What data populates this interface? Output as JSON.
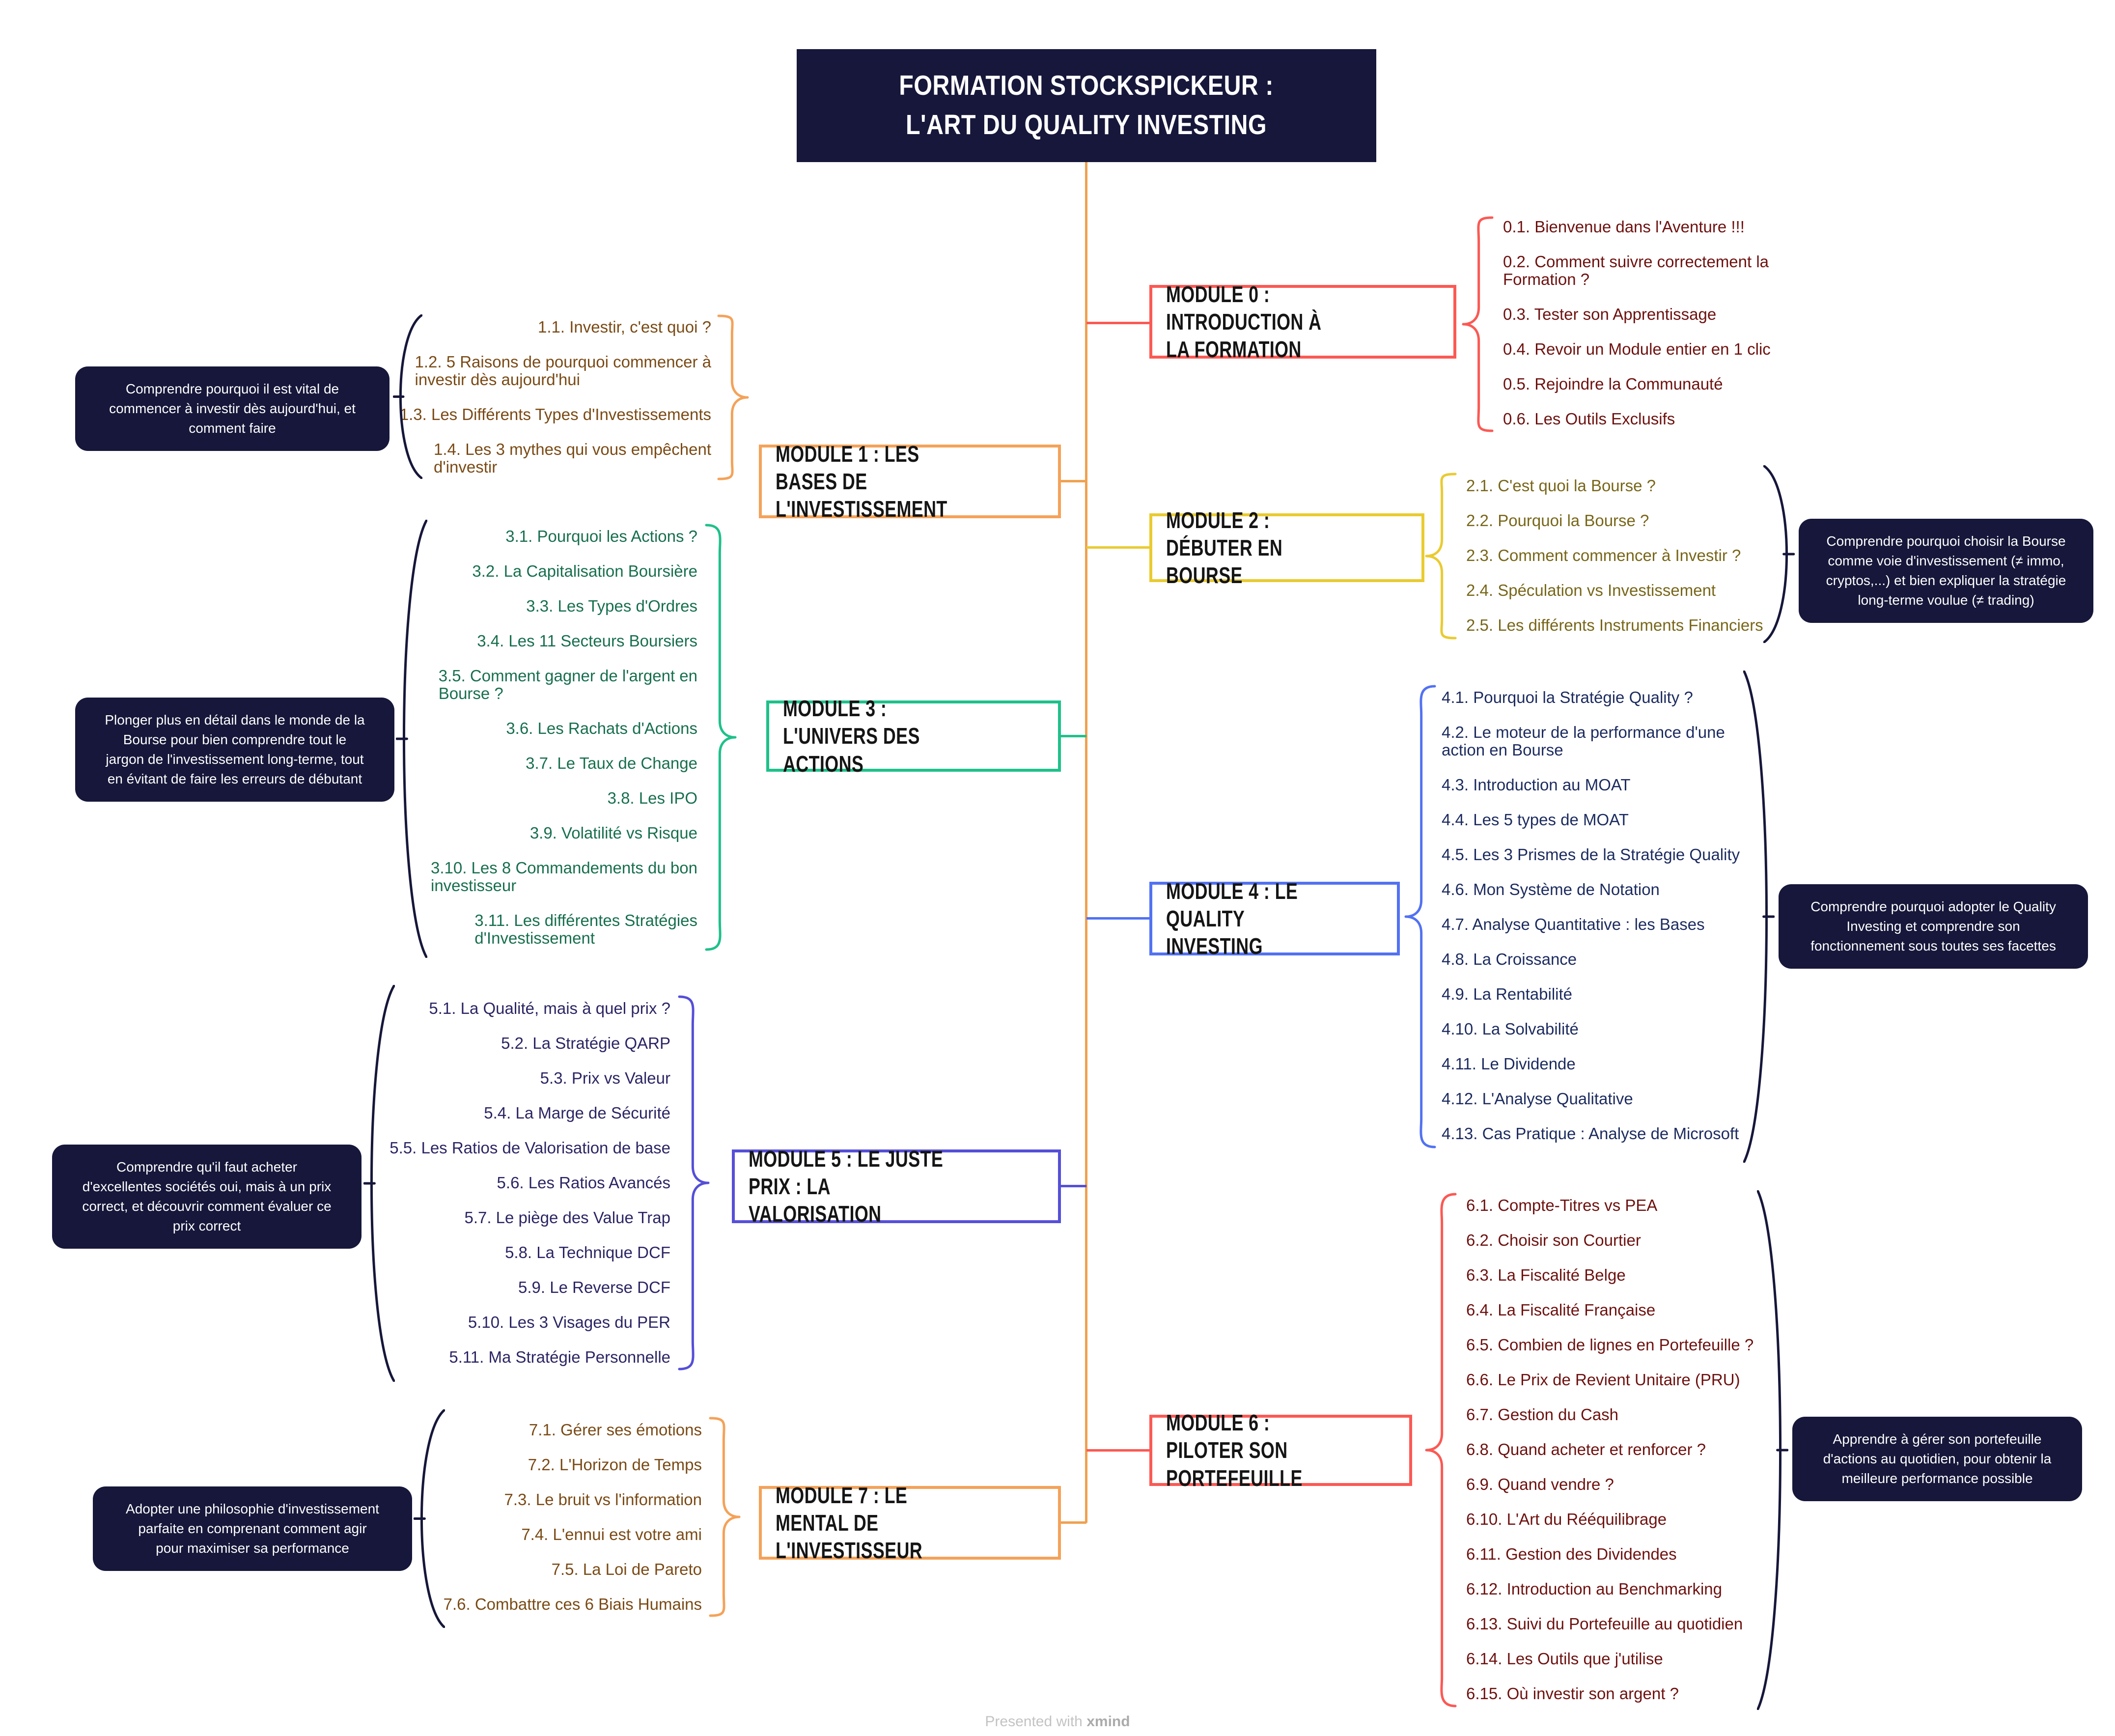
{
  "root": {
    "title": "FORMATION STOCKSPICKEUR :\nL'ART DU QUALITY INVESTING"
  },
  "palette": {
    "central_bg": "#16173A",
    "trunk": "#F0A14F",
    "module_0_6": "#FB5954",
    "module_1_7": "#F4A259",
    "module_2": "#E9CB31",
    "module_3": "#1EC189",
    "module_4": "#5272F2",
    "module_5": "#554FD8",
    "note_bg": "#16173A"
  },
  "modules": [
    {
      "title": "MODULE 0 : INTRODUCTION À\nLA FORMATION",
      "items": [
        "0.1. Bienvenue dans l'Aventure !!!",
        "0.2. Comment suivre correctement la\nFormation ?",
        "0.3. Tester son Apprentissage",
        "0.4. Revoir un Module entier en 1 clic",
        "0.5. Rejoindre la Communauté",
        "0.6. Les Outils Exclusifs"
      ]
    },
    {
      "title": "MODULE 1 : LES BASES DE\nL'INVESTISSEMENT",
      "items": [
        "1.1. Investir, c'est quoi ?",
        "1.2. 5 Raisons de pourquoi commencer à\ninvestir dès aujourd'hui",
        "1.3. Les Différents Types d'Investissements",
        "1.4. Les 3 mythes qui vous empêchent\nd'investir"
      ]
    },
    {
      "title": "MODULE 2 : DÉBUTER EN\nBOURSE",
      "items": [
        "2.1. C'est quoi la Bourse ?",
        "2.2. Pourquoi la Bourse ?",
        "2.3. Comment commencer à Investir ?",
        "2.4. Spéculation vs Investissement",
        "2.5. Les différents Instruments Financiers"
      ]
    },
    {
      "title": "MODULE 3 : L'UNIVERS DES\nACTIONS",
      "items": [
        "3.1. Pourquoi les Actions ?",
        "3.2. La Capitalisation Boursière",
        "3.3. Les Types d'Ordres",
        "3.4. Les 11 Secteurs Boursiers",
        "3.5. Comment gagner de l'argent en\nBourse ?",
        "3.6. Les Rachats d'Actions",
        "3.7. Le Taux de Change",
        "3.8. Les IPO",
        "3.9. Volatilité vs Risque",
        "3.10. Les 8 Commandements du bon\ninvestisseur",
        "3.11. Les différentes Stratégies\nd'Investissement"
      ]
    },
    {
      "title": "MODULE 4 : LE QUALITY\nINVESTING",
      "items": [
        "4.1. Pourquoi la Stratégie Quality ?",
        "4.2. Le moteur de la performance d'une\naction en Bourse",
        "4.3. Introduction au MOAT",
        "4.4. Les 5 types de MOAT",
        "4.5. Les 3 Prismes de la Stratégie Quality",
        "4.6. Mon Système de Notation",
        "4.7. Analyse Quantitative : les Bases",
        "4.8. La Croissance",
        "4.9. La Rentabilité",
        "4.10. La Solvabilité",
        "4.11. Le Dividende",
        "4.12. L'Analyse Qualitative",
        "4.13. Cas Pratique : Analyse de Microsoft"
      ]
    },
    {
      "title": "MODULE 5 : LE JUSTE PRIX : LA\nVALORISATION",
      "items": [
        "5.1. La Qualité, mais à quel prix ?",
        "5.2. La Stratégie QARP",
        "5.3. Prix vs Valeur",
        "5.4. La Marge de Sécurité",
        "5.5. Les Ratios de Valorisation de base",
        "5.6. Les Ratios Avancés",
        "5.7. Le piège des Value Trap",
        "5.8. La Technique DCF",
        "5.9. Le Reverse DCF",
        "5.10. Les 3 Visages du PER",
        "5.11. Ma Stratégie Personnelle"
      ]
    },
    {
      "title": "MODULE 6 : PILOTER SON\nPORTEFEUILLE",
      "items": [
        "6.1. Compte-Titres vs PEA",
        "6.2. Choisir son Courtier",
        "6.3. La Fiscalité Belge",
        "6.4. La Fiscalité Française",
        "6.5. Combien de lignes en Portefeuille ?",
        "6.6. Le Prix de Revient Unitaire (PRU)",
        "6.7. Gestion du Cash",
        "6.8. Quand acheter et renforcer ?",
        "6.9. Quand vendre ?",
        "6.10. L'Art du Rééquilibrage",
        "6.11. Gestion des Dividendes",
        "6.12. Introduction au Benchmarking",
        "6.13. Suivi du Portefeuille au quotidien",
        "6.14. Les Outils que j'utilise",
        "6.15. Où investir son argent ?"
      ]
    },
    {
      "title": "MODULE 7 : LE MENTAL DE\nL'INVESTISSEUR",
      "items": [
        "7.1. Gérer ses émotions",
        "7.2. L'Horizon de Temps",
        "7.3. Le bruit vs l'information",
        "7.4. L'ennui est votre ami",
        "7.5. La Loi de Pareto",
        "7.6. Combattre ces 6 Biais Humains"
      ]
    }
  ],
  "notes": {
    "m1_left": "Comprendre pourquoi il est vital de\ncommencer à investir dès aujourd'hui, et\ncomment faire",
    "m3_left": "Plonger plus en détail dans le monde de la\nBourse pour bien comprendre tout le\njargon de l'investissement long-terme, tout\nen évitant de faire les erreurs de débutant",
    "m5_left": "Comprendre qu'il faut acheter\nd'excellentes sociétés oui, mais à un prix\ncorrect, et découvrir comment évaluer ce\nprix correct",
    "m7_left": "Adopter une philosophie d'investissement\nparfaite en comprenant comment agir\npour maximiser sa performance",
    "m2_right": "Comprendre pourquoi choisir la Bourse\ncomme voie d'investissement (≠ immo,\ncryptos,...) et bien expliquer la stratégie\nlong-terme voulue (≠ trading)",
    "m4_right": "Comprendre pourquoi adopter le Quality\nInvesting et comprendre son\nfonctionnement sous toutes ses facettes",
    "m6_right": "Apprendre à gérer son portefeuille\nd'actions au quotidien, pour obtenir la\nmeilleure performance possible"
  },
  "watermark": {
    "prefix": "Presented with ",
    "brand": "xmind"
  }
}
